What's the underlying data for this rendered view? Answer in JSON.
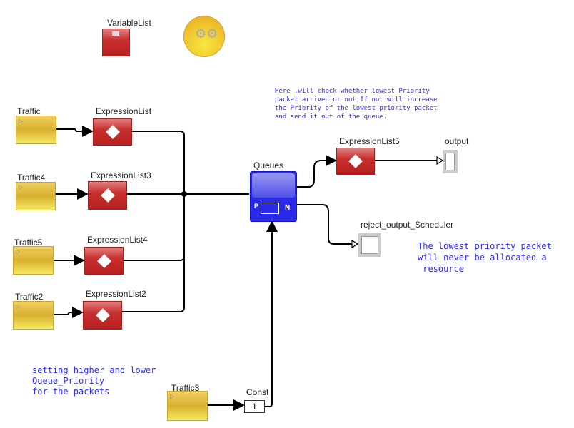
{
  "actors": {
    "variable_list": "VariableList",
    "traffic": "Traffic",
    "traffic4": "Traffic4",
    "traffic5": "Traffic5",
    "traffic2": "Traffic2",
    "traffic3": "Traffic3",
    "expr": "ExpressionList",
    "expr3": "ExpressionList3",
    "expr4": "ExpressionList4",
    "expr2": "ExpressionList2",
    "expr5": "ExpressionList5",
    "queues": "Queues",
    "queues_port_p": "P",
    "queues_port_n": "N",
    "output": "output",
    "reject": "reject_output_Scheduler",
    "const": "Const",
    "const_value": "1"
  },
  "comments": {
    "top": "Here ,will check whether lowest Priority\npacket arrived or not,If not will increase\nthe Priority of the lowest priority packet\nand send it out of the queue.",
    "right": "The lowest priority packet\nwill never be allocated a\n resource",
    "bottom": "setting higher and lower\nQueue_Priority\nfor the packets"
  },
  "colors": {
    "comment": "#2a2aff",
    "queue": "#2a2ae8",
    "expression": "#c83030",
    "source": "#e0c040"
  }
}
